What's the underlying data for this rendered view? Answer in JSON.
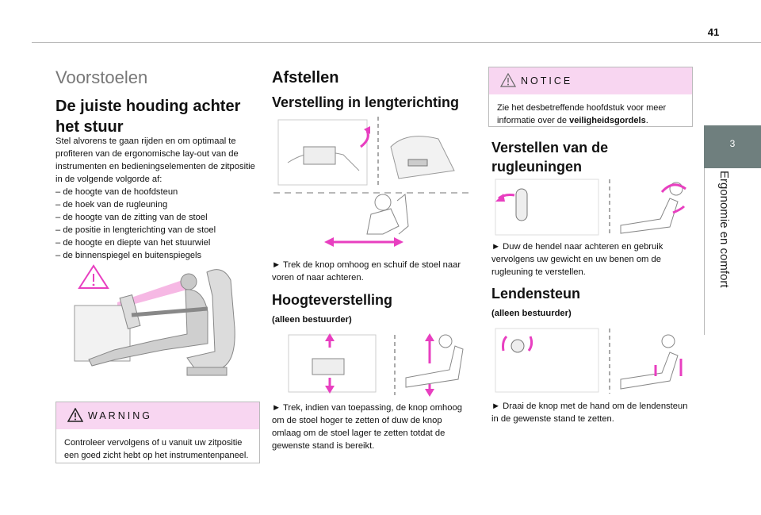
{
  "page_number": "41",
  "side_tab": {
    "number": "3",
    "label": "Ergonomie en comfort"
  },
  "col1": {
    "title": "Voorstoelen",
    "heading": "De juiste houding achter het stuur",
    "intro": "Stel alvorens te gaan rijden en om optimaal te profiteren van de ergonomische lay-out van de instrumenten en bedieningselementen de zitpositie in de volgende volgorde af:",
    "list": [
      "de hoogte van de hoofdsteun",
      "de hoek van de rugleuning",
      "de hoogte van de zitting van de stoel",
      "de positie in lengterichting van de stoel",
      "de hoogte en diepte van het stuurwiel",
      "de binnenspiegel en buitenspiegels"
    ],
    "warning": {
      "label": "WARNING",
      "text": "Controleer vervolgens of u vanuit uw zitpositie een goed zicht hebt op het instrumentenpaneel."
    }
  },
  "col2": {
    "heading": "Afstellen",
    "sub1": "Verstelling in lengterichting",
    "sub1_text": "► Trek de knop omhoog en schuif de stoel naar voren of naar achteren.",
    "sub2": "Hoogteverstelling",
    "sub2_note": "(alleen bestuurder)",
    "sub2_text": "► Trek, indien van toepassing, de knop omhoog om de stoel hoger te zetten of duw de knop omlaag om de stoel lager te zetten totdat de gewenste stand is bereikt."
  },
  "col3": {
    "notice": {
      "label": "NOTICE",
      "text_before": "Zie het desbetreffende hoofdstuk voor meer informatie over de ",
      "text_bold": "veiligheidsgordels",
      "text_after": "."
    },
    "sub1": "Verstellen van de rugleuningen",
    "sub1_text": "► Duw de hendel naar achteren en gebruik vervolgens uw gewicht en uw benen om de rugleuning te verstellen.",
    "sub2": "Lendensteun",
    "sub2_note": "(alleen bestuurder)",
    "sub2_text": "► Draai de knop met de hand om de lendensteun in de gewenste stand te zetten."
  },
  "colors": {
    "accent_pink": "#e83fc0",
    "box_pink": "#f8d6f1",
    "tab_gray": "#6f7f7e"
  }
}
